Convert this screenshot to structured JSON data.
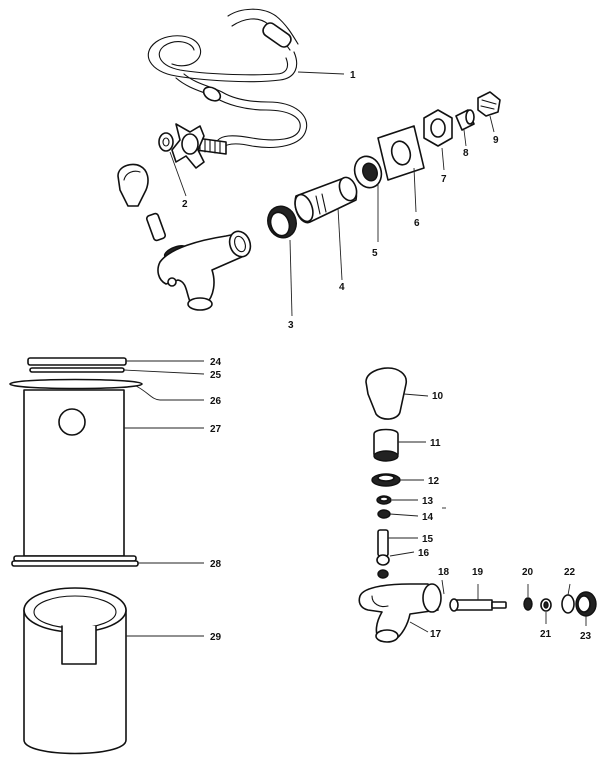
{
  "callouts": {
    "c1": "1",
    "c2": "2",
    "c3": "3",
    "c4": "4",
    "c5": "5",
    "c6": "6",
    "c7": "7",
    "c8": "8",
    "c9": "9",
    "c10": "10",
    "c11": "11",
    "c12": "12",
    "c13": "13",
    "c14": "14",
    "c15": "15",
    "c16": "16",
    "c17": "17",
    "c18": "18",
    "c19": "19",
    "c20": "20",
    "c21": "21",
    "c22": "22",
    "c23": "23",
    "c24": "24",
    "c25": "25",
    "c26": "26",
    "c27": "27",
    "c28": "28",
    "c29": "29"
  },
  "colors": {
    "ink": "#111111",
    "paper": "#ffffff"
  }
}
